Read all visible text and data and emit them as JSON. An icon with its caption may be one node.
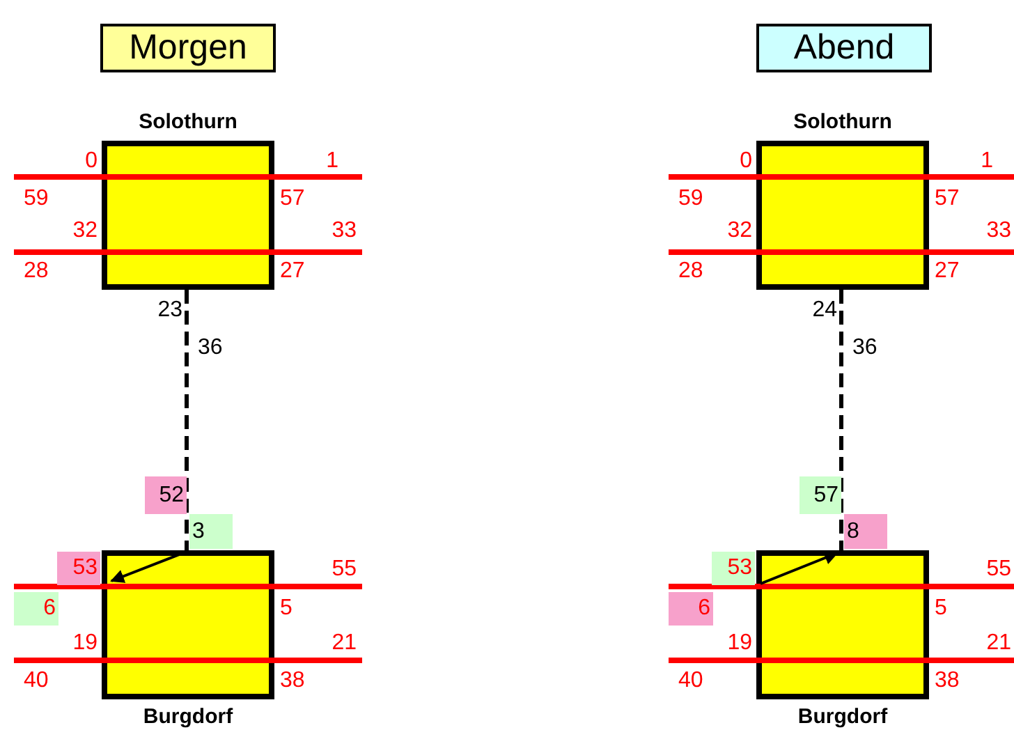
{
  "diagram": {
    "nodes": [
      {
        "text": [
          "Morgen"
        ]
      },
      {
        "text": [
          "Abend"
        ]
      },
      {
        "text": [
          "Solothurn"
        ]
      },
      {
        "text": [
          "Solothurn"
        ]
      },
      {
        "text": [
          "Burgdorf"
        ]
      },
      {
        "text": [
          "Burgdorf"
        ]
      }
    ],
    "edges": [
      {
        "from": 2,
        "to": 4,
        "arrow": "none",
        "style": "dashed"
      },
      {
        "from": 3,
        "to": 5,
        "arrow": "none",
        "style": "dashed"
      }
    ],
    "labels": [
      "0",
      "1",
      "59",
      "57",
      "32",
      "33",
      "28",
      "27",
      "23",
      "36",
      "52",
      "3",
      "53",
      "55",
      "6",
      "5",
      "19",
      "21",
      "40",
      "38",
      "0",
      "1",
      "59",
      "57",
      "32",
      "33",
      "28",
      "27",
      "24",
      "36",
      "57",
      "8",
      "53",
      "55",
      "6",
      "5",
      "19",
      "21",
      "40",
      "38"
    ]
  }
}
